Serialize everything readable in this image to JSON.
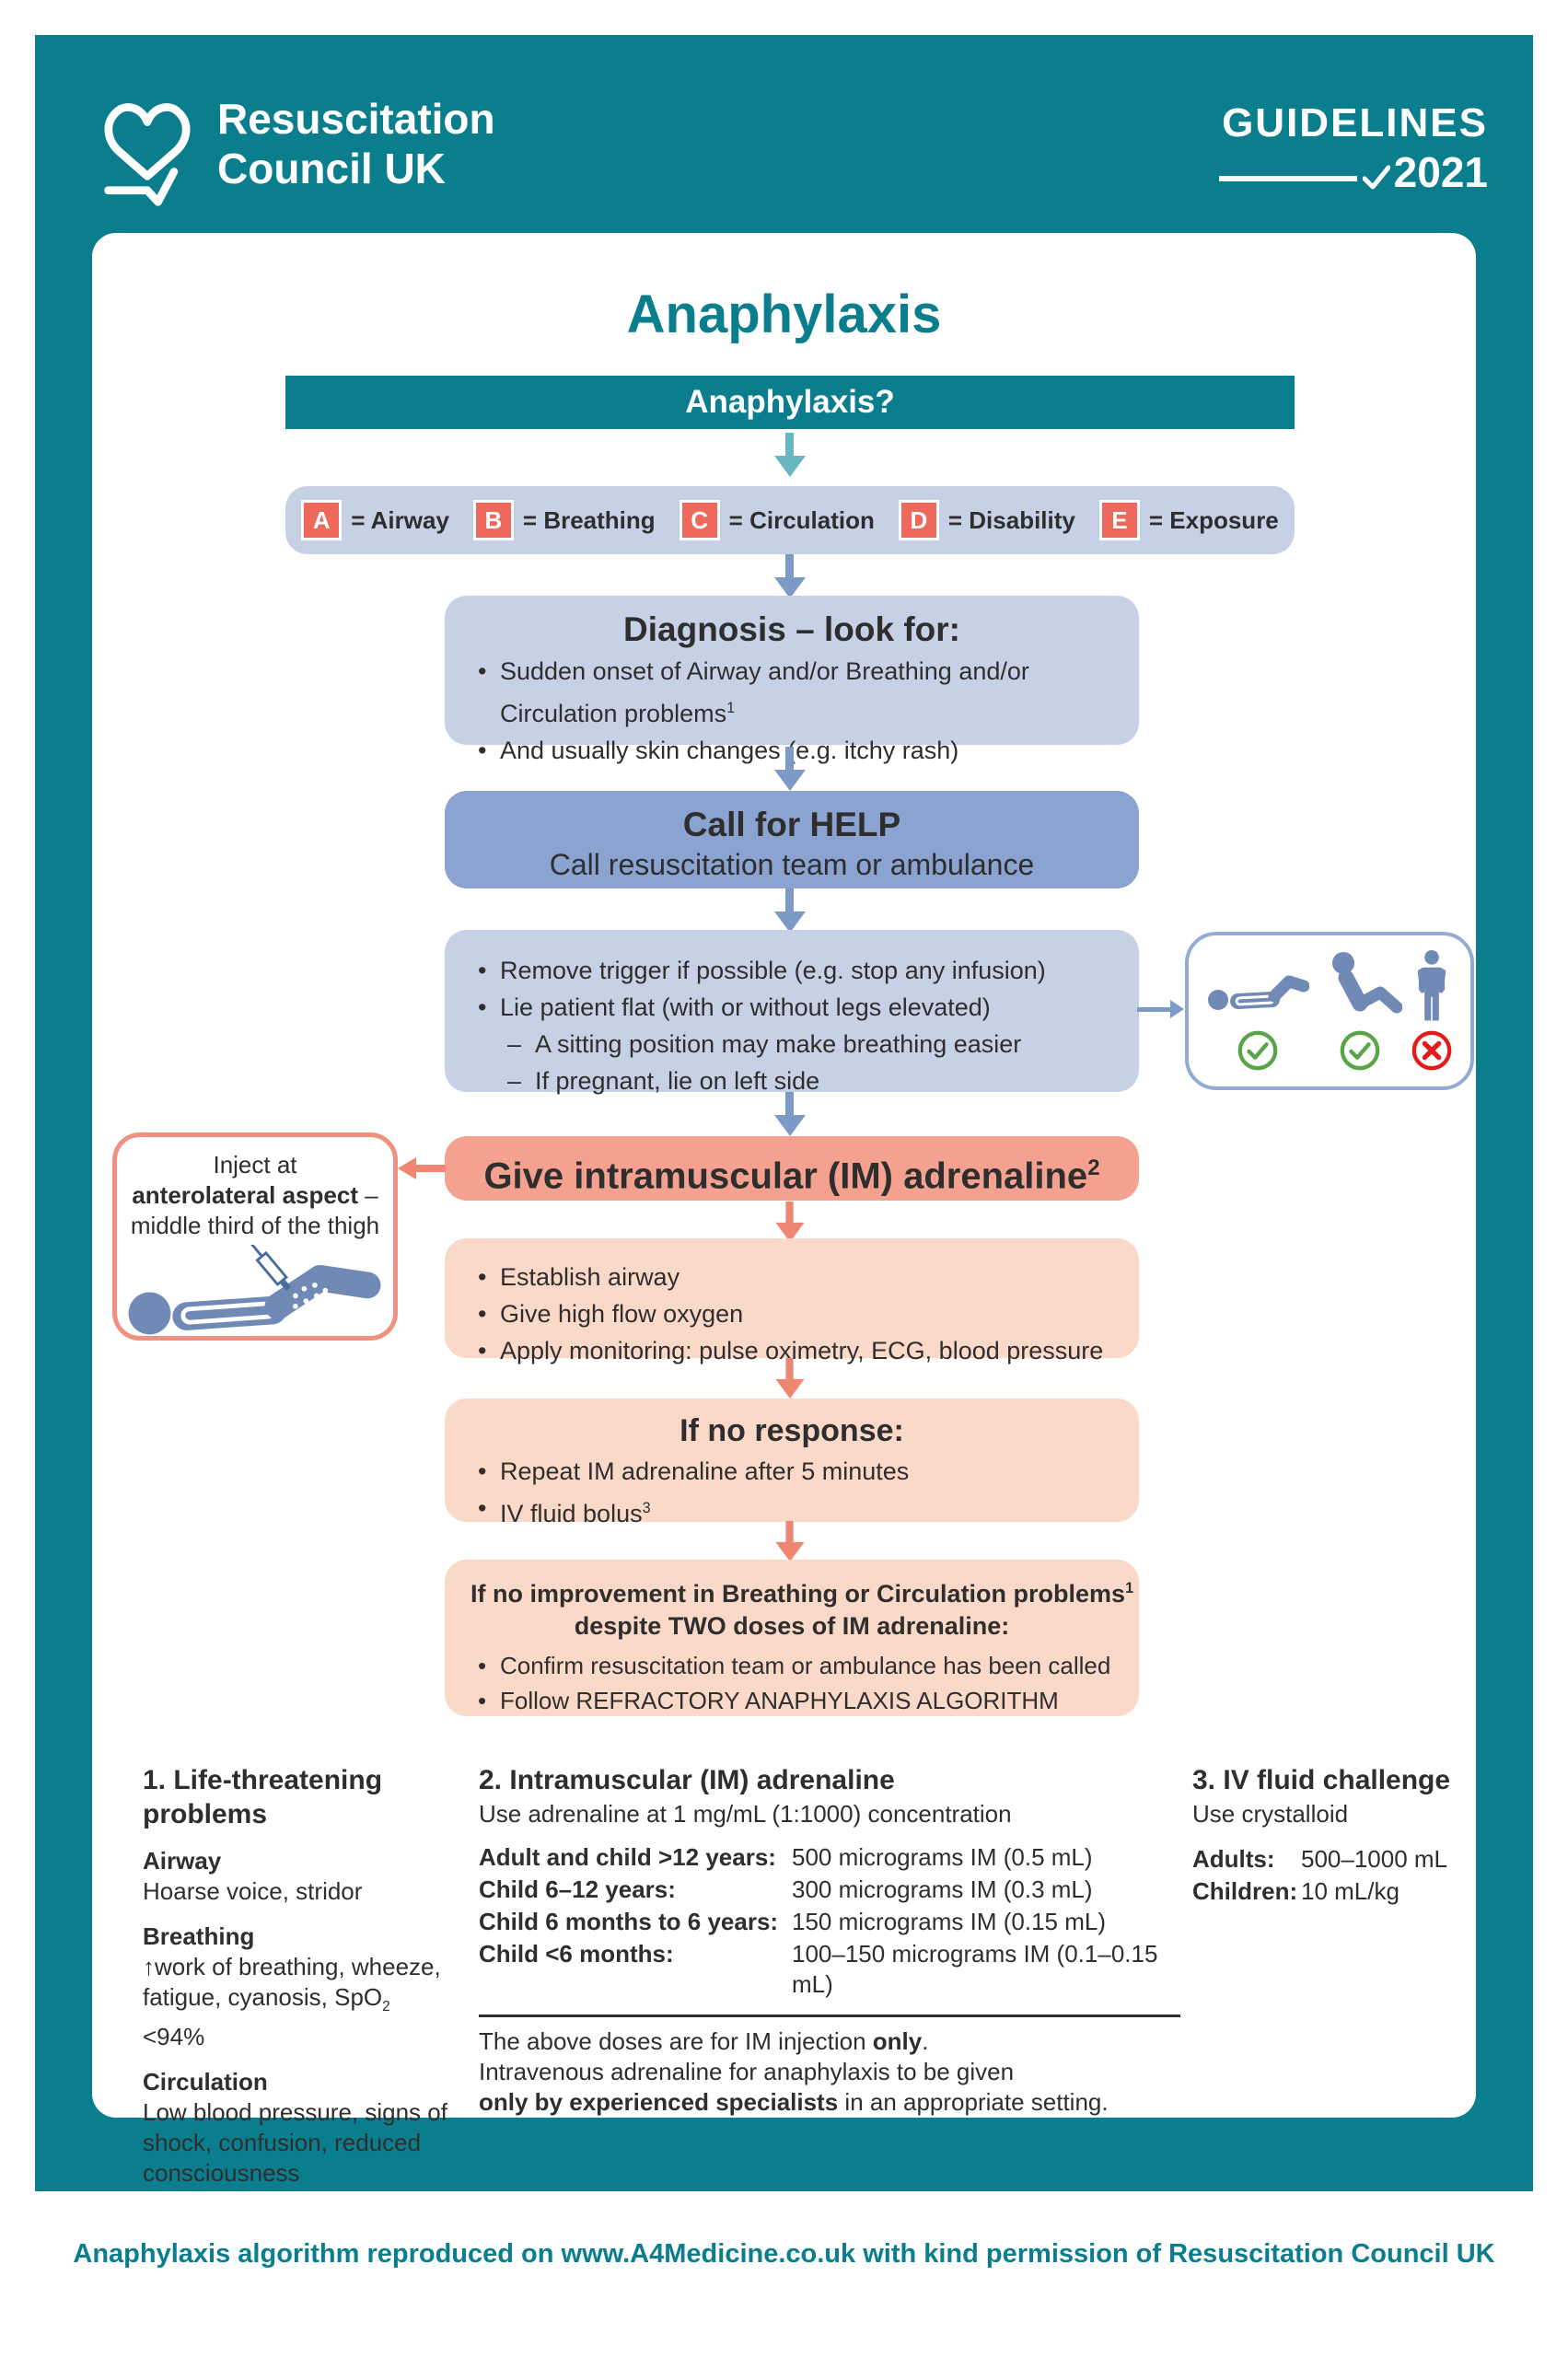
{
  "colors": {
    "teal": "#0b7e8e",
    "periwinkle": "#c7d1e6",
    "blue": "#8ba3d0",
    "salmonDark": "#f4a18f",
    "salmonLight": "#fbd9c9",
    "redSquare": "#ee685c",
    "steel": "#7089b5",
    "arrowBlue": "#7d9ac7",
    "arrowTeal": "#69b6c3",
    "arrowSalmon": "#ef8672",
    "borderBlue": "#93aad2",
    "borderSalmon": "#f0907e",
    "ink": "#2e2e2e",
    "green": "#58a447",
    "redX": "#e21b1b"
  },
  "header": {
    "brand_line1": "Resuscitation",
    "brand_line2": "Council UK",
    "guidelines_label": "GUIDELINES",
    "guidelines_year": "2021"
  },
  "title": "Anaphylaxis",
  "flow": {
    "question": "Anaphylaxis?",
    "abcde": [
      {
        "letter": "A",
        "label": "= Airway"
      },
      {
        "letter": "B",
        "label": "= Breathing"
      },
      {
        "letter": "C",
        "label": "= Circulation"
      },
      {
        "letter": "D",
        "label": "= Disability"
      },
      {
        "letter": "E",
        "label": "= Exposure"
      }
    ],
    "diagnosis": {
      "heading": "Diagnosis – look for:",
      "bullet1_text": "Sudden onset of Airway and/or Breathing and/or Circulation problems",
      "bullet1_sup": "1",
      "bullet2_text": "And usually skin changes (e.g. itchy rash)"
    },
    "help": {
      "heading": "Call for HELP",
      "subheading": "Call resuscitation team or ambulance"
    },
    "trigger": {
      "bullet1": "Remove trigger if possible (e.g. stop any infusion)",
      "bullet2": "Lie patient flat (with or without legs elevated)",
      "sub1": "A sitting position may make breathing easier",
      "sub2": "If pregnant, lie on left side"
    },
    "adrenaline_banner": {
      "text": "Give intramuscular (IM) adrenaline",
      "sup": "2"
    },
    "inject": {
      "line1": "Inject at",
      "line2_bold": "anterolateral aspect",
      "line2_rest": " –",
      "line3": "middle third of the thigh"
    },
    "airway": {
      "bullet1": "Establish airway",
      "bullet2": "Give high flow oxygen",
      "bullet3": "Apply monitoring: pulse oximetry, ECG, blood pressure"
    },
    "no_response": {
      "heading": "If no response:",
      "bullet1": "Repeat IM adrenaline after 5 minutes",
      "bullet2_text": "IV fluid bolus",
      "bullet2_sup": "3"
    },
    "refractory": {
      "heading_line1": "If no improvement in Breathing or Circulation problems",
      "heading_sup": "1",
      "heading_line2": "despite TWO doses of IM adrenaline:",
      "bullet1": "Confirm resuscitation team or ambulance has been called",
      "bullet2": "Follow REFRACTORY ANAPHYLAXIS ALGORITHM"
    }
  },
  "notes": {
    "col1": {
      "heading": "1. Life-threatening problems",
      "airway_label": "Airway",
      "airway_text": "Hoarse voice, stridor",
      "breathing_label": "Breathing",
      "breathing_pre": "↑work of breathing, wheeze, fatigue, cyanosis, SpO",
      "breathing_sub": "2",
      "breathing_post": " <94%",
      "circulation_label": "Circulation",
      "circulation_text": "Low blood pressure, signs of shock, confusion, reduced consciousness"
    },
    "col2": {
      "heading": "2. Intramuscular (IM) adrenaline",
      "subheading": "Use adrenaline at 1 mg/mL (1:1000) concentration",
      "doses": [
        {
          "label": "Adult and child >12 years:",
          "value": "500 micrograms IM (0.5 mL)"
        },
        {
          "label": "Child 6–12 years:",
          "value": "300 micrograms IM (0.3 mL)"
        },
        {
          "label": "Child 6 months to 6 years:",
          "value": "150 micrograms IM (0.15 mL)"
        },
        {
          "label": "Child <6 months:",
          "value": "100–150 micrograms IM (0.1–0.15 mL)"
        }
      ],
      "note1_pre": "The above doses are for IM injection ",
      "note1_bold": "only",
      "note1_post": ".",
      "note2": "Intravenous adrenaline for anaphylaxis to be given",
      "note3_bold": "only by experienced specialists",
      "note3_post": " in an appropriate setting."
    },
    "col3": {
      "heading": "3. IV fluid challenge",
      "subheading": "Use crystalloid",
      "rows": [
        {
          "label": "Adults:",
          "value": "500–1000 mL"
        },
        {
          "label": "Children:",
          "value": "10 mL/kg"
        }
      ]
    }
  },
  "footer": "Anaphylaxis algorithm reproduced on www.A4Medicine.co.uk with kind permission of Resuscitation Council UK"
}
